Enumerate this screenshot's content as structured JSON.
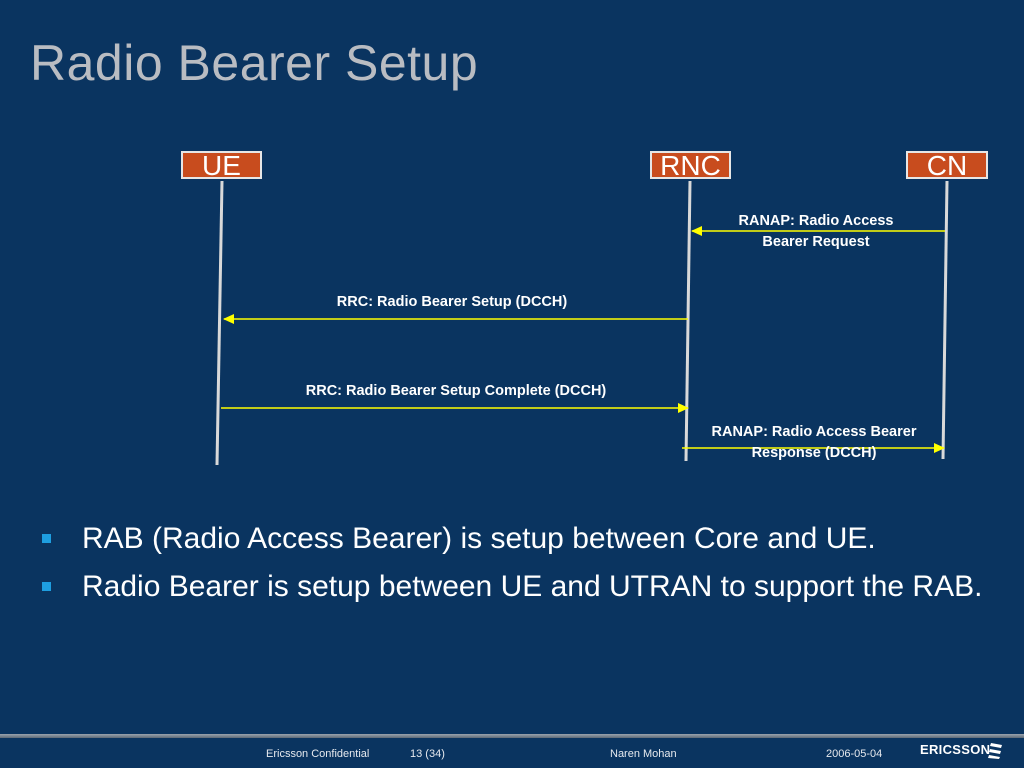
{
  "slide": {
    "title": "Radio Bearer Setup"
  },
  "diagram": {
    "entities": {
      "ue": "UE",
      "rnc": "RNC",
      "cn": "CN"
    },
    "messages": {
      "m1_line1": "RANAP:  Radio Access",
      "m1_line2": "Bearer Request",
      "m2": "RRC:  Radio Bearer Setup (DCCH)",
      "m3": "RRC:  Radio Bearer Setup Complete (DCCH)",
      "m4_line1": "RANAP:  Radio Access Bearer",
      "m4_line2": "Response (DCCH)"
    },
    "colors": {
      "arrow": "#ffff00",
      "lifeline": "#d9d9d9",
      "entity_fill": "#c84c1e"
    }
  },
  "bullets": [
    "RAB (Radio Access Bearer) is setup between Core and UE.",
    "Radio Bearer is setup between UE and UTRAN to support the RAB."
  ],
  "footer": {
    "confidential": "Ericsson Confidential",
    "page": "13 (34)",
    "author": "Naren Mohan",
    "date": "2006-05-04",
    "logo": "ERICSSON"
  }
}
